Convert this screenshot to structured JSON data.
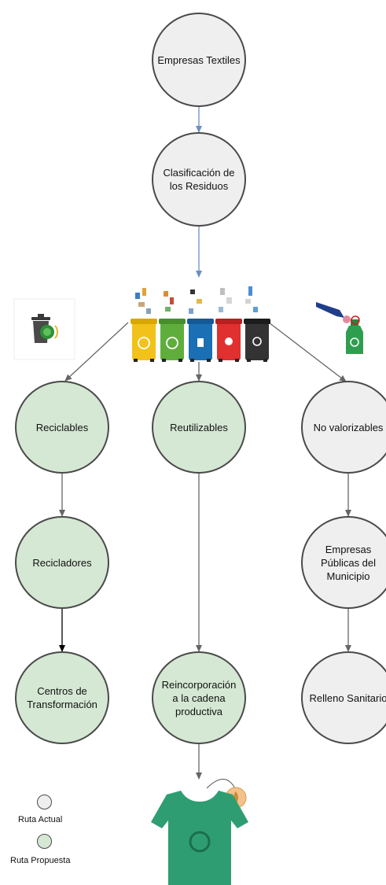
{
  "nodes": {
    "empresas_textiles": "Empresas Textiles",
    "clasificacion": "Clasificación de\nlos Residuos",
    "reciclables": "Reciclables",
    "reutilizables": "Reutilizables",
    "no_valorizables": "No valorizables",
    "recicladores": "Recicladores",
    "empresas_publicas": "Empresas\nPúblicas del\nMunicipio",
    "centros": "Centros de\nTransformación",
    "reincorporacion": "Reincorporación\na la cadena\nproductiva",
    "relleno": "Relleno Sanitario"
  },
  "legend": {
    "actual": "Ruta Actual",
    "propuesta": "Ruta Propuesta"
  },
  "colors": {
    "gray_fill": "#efefef",
    "green_fill": "#d5e8d4",
    "stroke": "#4a4a4a",
    "blue_arrow": "#6c8ebf",
    "gray_arrow": "#666666"
  }
}
